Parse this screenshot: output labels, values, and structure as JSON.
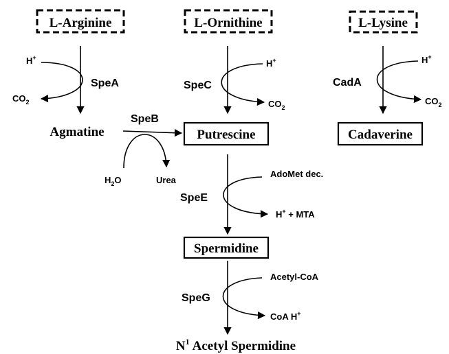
{
  "substrates": {
    "arginine": "L-Arginine",
    "ornithine": "L-Ornithine",
    "lysine": "L-Lysine"
  },
  "products": {
    "agmatine": "Agmatine",
    "putrescine": "Putrescine",
    "cadaverine": "Cadaverine",
    "spermidine": "Spermidine",
    "acetyl_spermidine_sup": "1",
    "acetyl_spermidine_rest": "Acetyl Spermidine",
    "acetyl_spermidine_prefix": "N"
  },
  "enzymes": {
    "spea": "SpeA",
    "spec": "SpeC",
    "cada": "CadA",
    "speb": "SpeB",
    "spee": "SpeE",
    "speg": "SpeG"
  },
  "cofactors": {
    "h": "H",
    "plus": "+",
    "co": "CO",
    "two": "2",
    "h2o_h": "H",
    "h2o_o": "O",
    "urea": "Urea",
    "adomet": "AdoMet dec.",
    "mta": " + MTA",
    "acetyl_coa": "Acetyl-CoA",
    "coa": "CoA  H"
  }
}
